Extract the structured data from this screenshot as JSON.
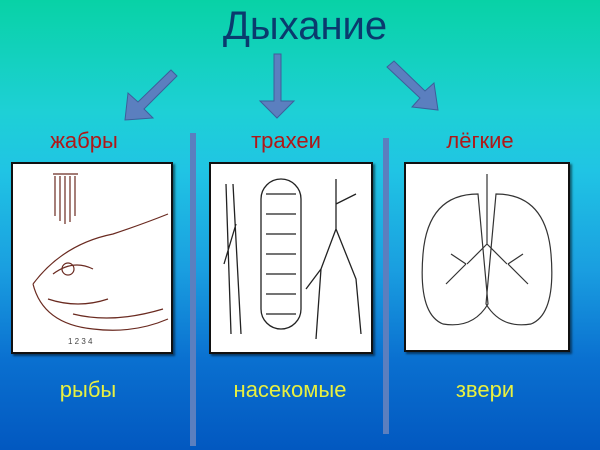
{
  "title": "Дыхание",
  "branches": [
    {
      "organ": "жабры",
      "animal": "рыбы",
      "image": "fish-gills-drawing"
    },
    {
      "organ": "трахеи",
      "animal": "насекомые",
      "image": "insect-tracheae-drawing"
    },
    {
      "organ": "лёгкие",
      "animal": "звери",
      "image": "mammal-lungs-drawing"
    }
  ],
  "colors": {
    "title": "#0a3a6e",
    "organ": "#b01818",
    "animal": "#e8f040",
    "arrow": "#5b7fbf"
  }
}
